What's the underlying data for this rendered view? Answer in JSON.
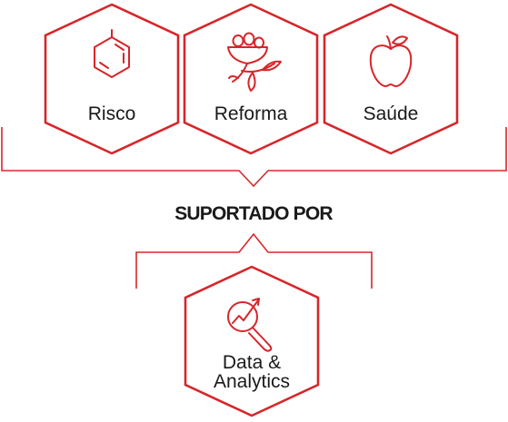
{
  "hexagons": {
    "risco": {
      "label": "Risco",
      "icon": "benzene-icon"
    },
    "reforma": {
      "label": "Reforma",
      "icon": "nest-branch-icon"
    },
    "saude": {
      "label": "Saúde",
      "icon": "apple-icon"
    },
    "data_analytics": {
      "label_line1": "Data &",
      "label_line2": "Analytics",
      "icon": "magnifier-chart-icon"
    }
  },
  "center_text": "SUPORTADO POR",
  "colors": {
    "accent": "#d6262a",
    "text": "#1a1a1a",
    "background": "#ffffff"
  }
}
